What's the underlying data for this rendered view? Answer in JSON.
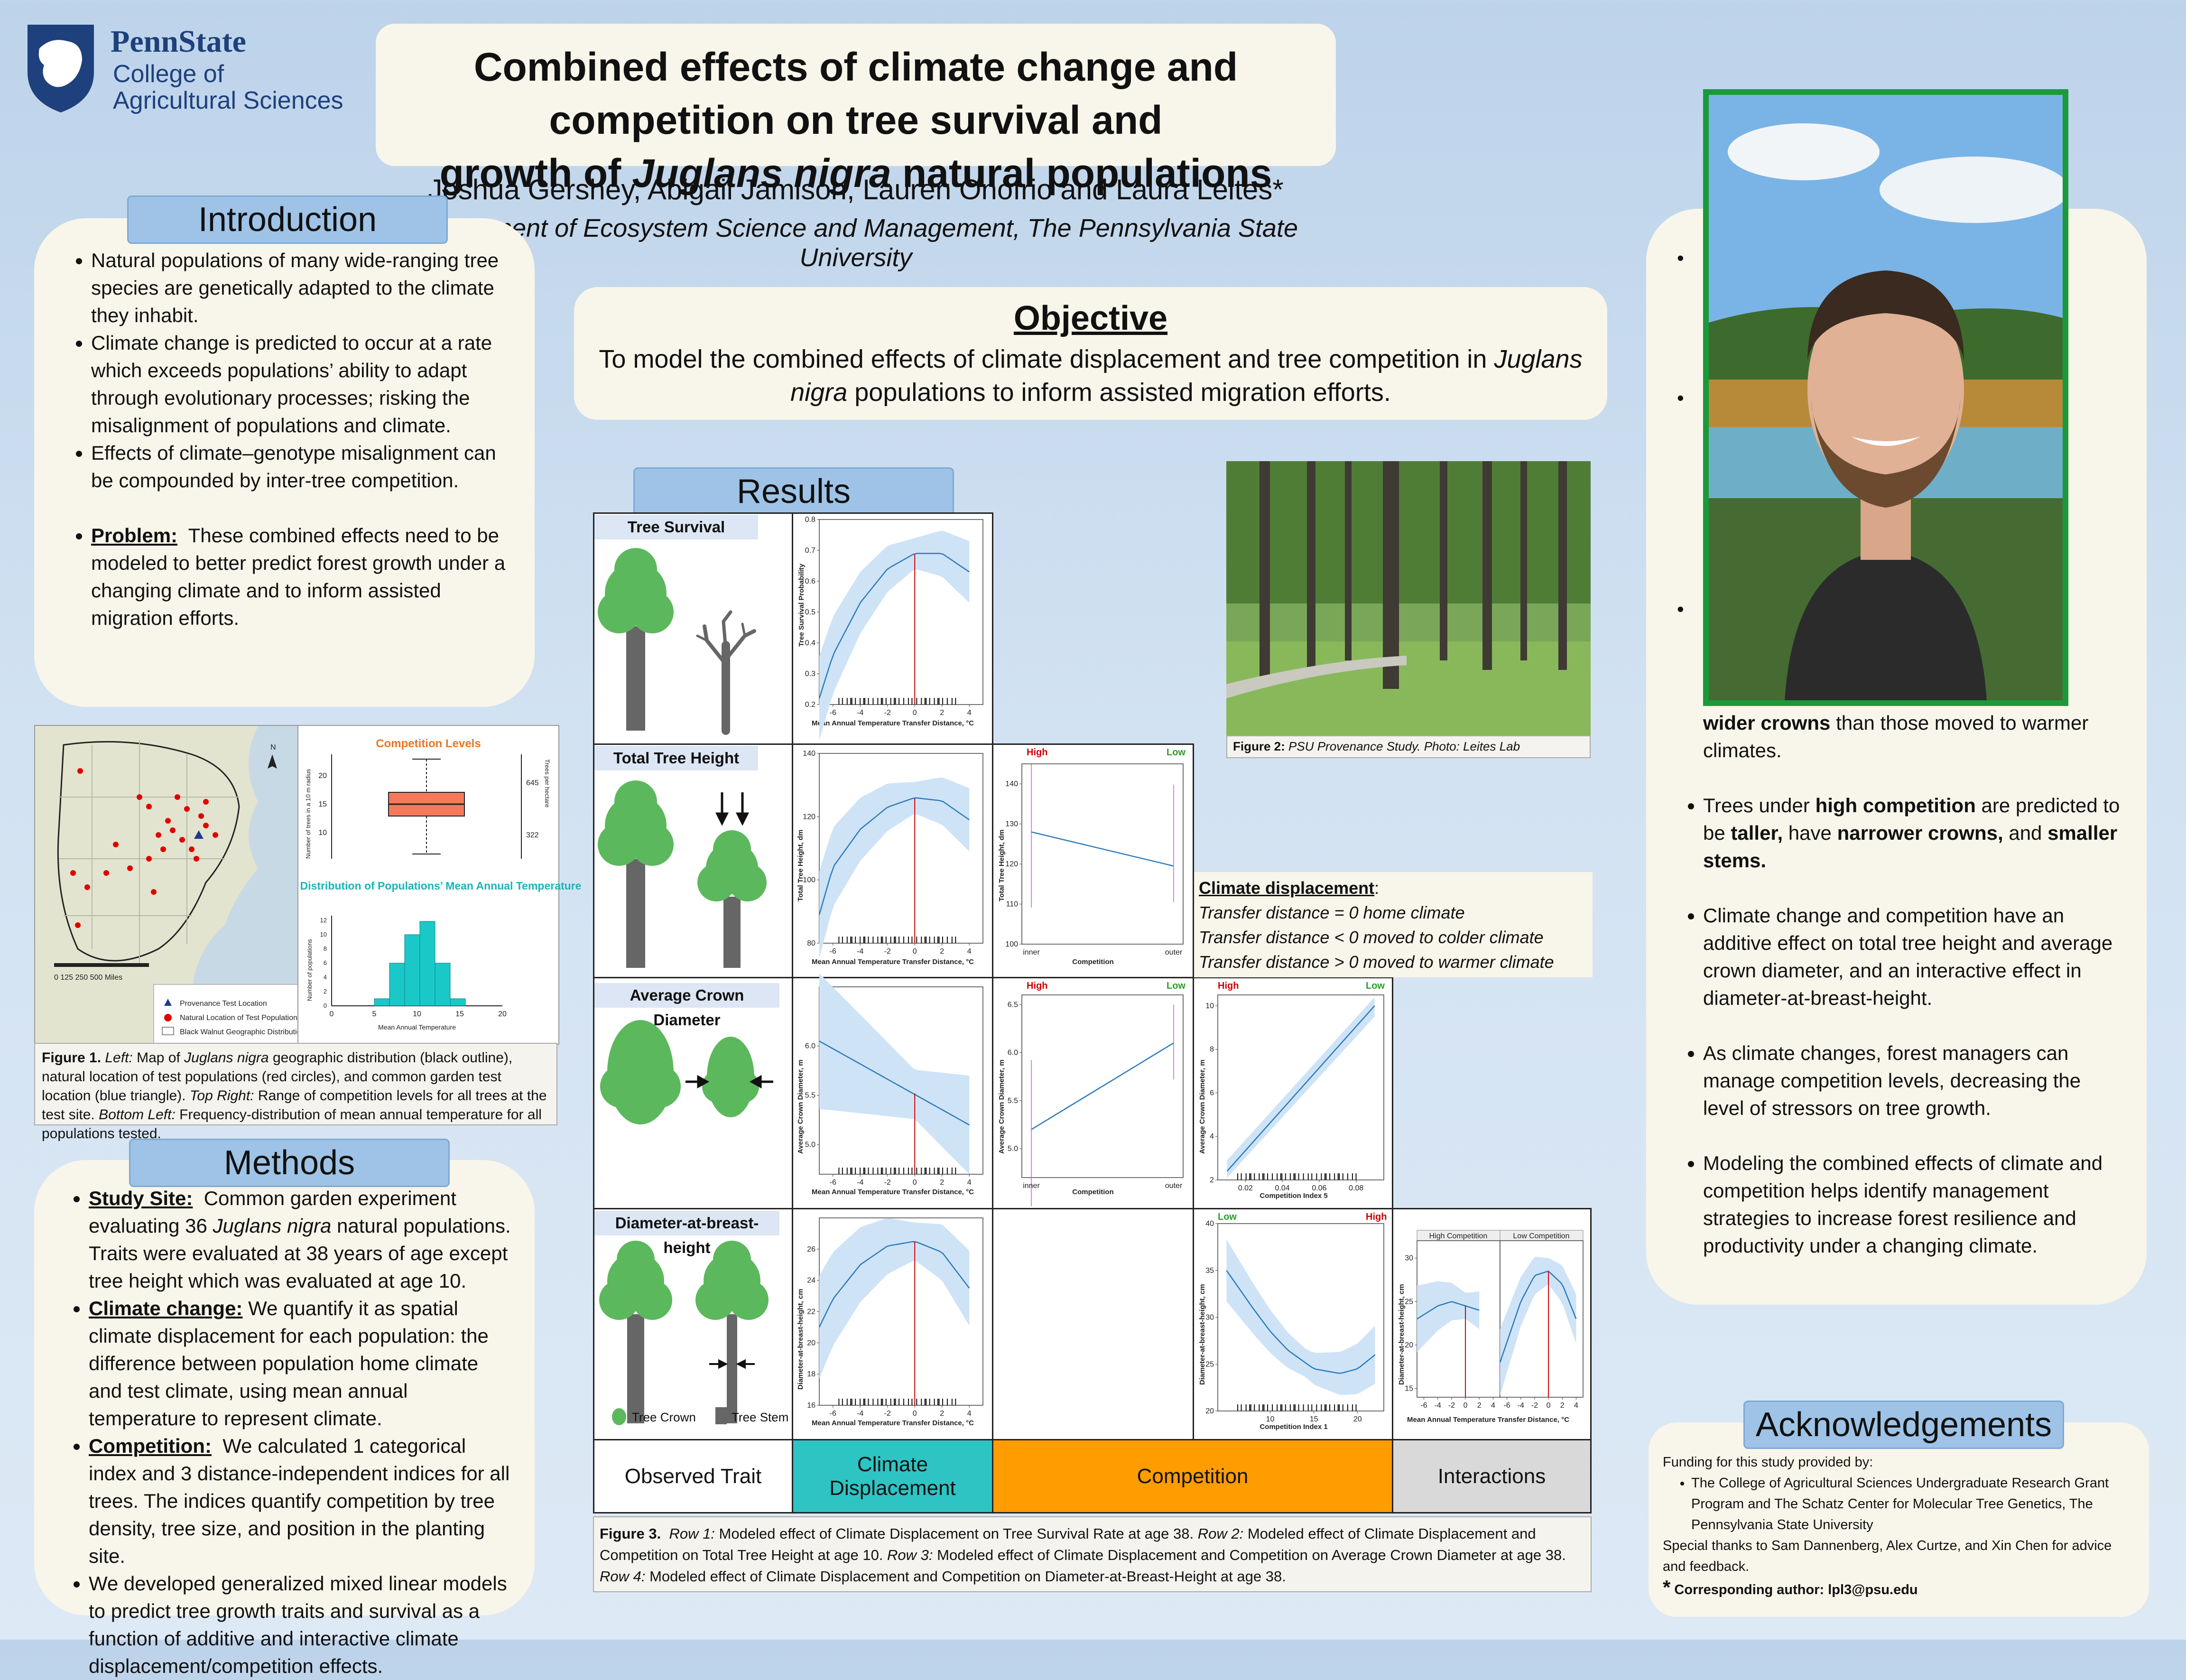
{
  "header": {
    "logo_brand": "PennState",
    "logo_college": "College of",
    "logo_college2": "Agricultural Sciences",
    "title_part1": "Combined effects of climate change and competition on tree survival and",
    "title_part2": "growth of ",
    "title_italic": "Juglans nigra",
    "title_part3": " natural populations",
    "authors": "Joshua Gershey, Abigail Jamison, Lauren Onofrio and Laura Leites*",
    "affiliation": "Department of Ecosystem Science and Management, The Pennsylvania State University"
  },
  "introduction": {
    "heading": "Introduction",
    "b1": "Natural populations of many wide-ranging tree species are genetically adapted to the climate they inhabit.",
    "b2": "Climate change is predicted to occur at a rate which exceeds populations’ ability to adapt through evolutionary processes; risking the misalignment of populations and climate.",
    "b3": "Effects of climate–genotype misalignment can be compounded by inter-tree competition.",
    "b4_label": "Problem:",
    "b4_text": "These combined effects need to be modeled to better predict forest growth under a changing climate and to inform assisted migration efforts."
  },
  "figure1": {
    "map_legend": [
      "Provenance Test Location",
      "Natural Location of Test Populations",
      "Black Walnut Geographic Distribution"
    ],
    "scale": "0   125  250        500 Miles",
    "north": "N",
    "box_title": "Competition Levels",
    "box_ylabel": "Number of trees in a 10 m radius",
    "box_y2label": "Trees per hectare",
    "box_yticks": [
      "20",
      "15",
      "10"
    ],
    "box_y2ticks": [
      "645",
      "322"
    ],
    "hist_title": "Distribution of Populations’ Mean Annual Temperature",
    "hist_ylabel": "Number of populations",
    "hist_xlabel": "Mean Annual Temperature",
    "hist_xticks": [
      "0",
      "5",
      "10",
      "15",
      "20"
    ],
    "hist_yticks": [
      "0",
      "2",
      "4",
      "6",
      "8",
      "10",
      "12"
    ],
    "caption_label": "Figure 1.",
    "caption_left": "Left:",
    "caption_1": "Map of",
    "caption_italic": "Juglans nigra",
    "caption_2": "geographic distribution (black outline), natural location of test populations (red circles), and common garden test location (blue triangle).",
    "caption_topright": "Top Right:",
    "caption_3": "Range of competition levels for all trees at the test site.",
    "caption_bottomleft": "Bottom Left:",
    "caption_4": "Frequency-distribution of mean annual temperature for all populations tested."
  },
  "methods": {
    "heading": "Methods",
    "b1_label": "Study Site:",
    "b1_text_a": "Common garden experiment evaluating 36 ",
    "b1_italic": "Juglans nigra",
    "b1_text_b": " natural populations. Traits were evaluated at 38 years of age except tree height which was evaluated at age 10.",
    "b2_label": "Climate change:",
    "b2_text": "We quantify it as spatial climate displacement for each population: the difference between population home climate and test climate, using mean annual temperature to represent climate.",
    "b3_label": "Competition:",
    "b3_text": "We calculated 1 categorical index and 3 distance-independent indices for all trees. The indices quantify competition by tree density, tree size, and position in the planting site.",
    "b4": "We developed generalized mixed linear models to predict tree growth traits and survival as a function of additive and interactive climate displacement/competition effects."
  },
  "objective": {
    "heading": "Objective",
    "text_a": "To model the combined effects of climate displacement and tree competition in ",
    "text_italic": "Juglans nigra",
    "text_b": " populations to inform assisted migration efforts."
  },
  "results": {
    "heading": "Results",
    "row_labels": [
      "Tree Survival",
      "Total Tree Height",
      "Average Crown Diameter",
      "Diameter-at-breast-height"
    ],
    "legend_crown": "Tree Crown",
    "legend_stem": "Tree Stem",
    "col_labels": [
      "Observed Trait",
      "Climate Displacement",
      "Competition",
      "Interactions"
    ],
    "x_climate": "Mean Annual Temperature Transfer Distance, °C",
    "x_competition": "Competition",
    "x_comp_index5": "Competition Index 5",
    "x_comp_index1": "Competition Index 1",
    "y_survival": "Tree Survival Probability",
    "y_height": "Total Tree Height, dm",
    "y_crown": "Average Crown Diameter, m",
    "y_dbh": "Diameter-at-breast-height, cm",
    "high": "High",
    "low": "Low",
    "inner": "inner",
    "outer": "outer",
    "high_comp": "High Competition",
    "low_comp": "Low Competition",
    "climate_xticks": [
      "-6",
      "-4",
      "-2",
      "0",
      "2",
      "4"
    ]
  },
  "chart_data": [
    {
      "type": "line",
      "title": "Tree Survival",
      "xlabel": "Mean Annual Temperature Transfer Distance, °C",
      "ylabel": "Tree Survival Probability",
      "x": [
        -7,
        -6,
        -4,
        -2,
        0,
        2,
        4
      ],
      "y": [
        0.22,
        0.36,
        0.53,
        0.64,
        0.69,
        0.69,
        0.63
      ],
      "ylim": [
        0.2,
        0.8
      ],
      "yticks": [
        "0.8",
        "0.7",
        "0.6",
        "0.5",
        "0.4",
        "0.3",
        "0.2"
      ]
    },
    {
      "type": "line",
      "title": "Total Tree Height",
      "xlabel": "Mean Annual Temperature Transfer Distance, °C",
      "ylabel": "Total Tree Height, dm",
      "x": [
        -7,
        -6,
        -4,
        -2,
        0,
        2,
        4
      ],
      "y": [
        89,
        104,
        116,
        123,
        126,
        125,
        119
      ],
      "ylim": [
        80,
        140
      ],
      "yticks": [
        "140",
        "120",
        "100",
        "80"
      ]
    },
    {
      "type": "line",
      "title": "Total Tree Height vs Competition",
      "xlabel": "Competition",
      "ylabel": "Total Tree Height, dm",
      "categories": [
        "inner",
        "outer"
      ],
      "values": [
        128,
        119.5
      ],
      "ylim": [
        100,
        145
      ],
      "yticks": [
        "140",
        "130",
        "120",
        "110",
        "100"
      ]
    },
    {
      "type": "line",
      "title": "Average Crown Diameter",
      "xlabel": "Mean Annual Temperature Transfer Distance, °C",
      "ylabel": "Average Crown Diameter, m",
      "x": [
        -7,
        4
      ],
      "y": [
        6.05,
        5.2
      ],
      "ylim": [
        4.7,
        6.6
      ],
      "yticks": [
        "6.0",
        "5.5",
        "5.0"
      ]
    },
    {
      "type": "line",
      "title": "Average Crown Diameter vs Competition",
      "xlabel": "Competition",
      "ylabel": "Average Crown Diameter, m",
      "categories": [
        "inner",
        "outer"
      ],
      "values": [
        5.2,
        6.1
      ],
      "ylim": [
        4.7,
        6.6
      ],
      "yticks": [
        "6.5",
        "6.0",
        "5.5",
        "5.0"
      ]
    },
    {
      "type": "line",
      "title": "Average Crown Diameter vs Competition Index 5",
      "xlabel": "Competition Index 5",
      "ylabel": "Average Crown Diameter, m",
      "x": [
        0.01,
        0.09
      ],
      "y": [
        2.4,
        10
      ],
      "ylim": [
        2,
        10.5
      ],
      "xticks": [
        "0.02",
        "0.04",
        "0.06",
        "0.08"
      ],
      "yticks": [
        "10",
        "8",
        "6",
        "4",
        "2"
      ]
    },
    {
      "type": "line",
      "title": "Diameter-at-breast-height",
      "xlabel": "Mean Annual Temperature Transfer Distance, °C",
      "ylabel": "Diameter-at-breast-height, cm",
      "x": [
        -7,
        -6,
        -4,
        -2,
        0,
        2,
        4
      ],
      "y": [
        21,
        22.8,
        25,
        26.2,
        26.5,
        25.8,
        23.5
      ],
      "ylim": [
        16,
        28
      ],
      "yticks": [
        "26",
        "24",
        "22",
        "20",
        "18",
        "16"
      ]
    },
    {
      "type": "line",
      "title": "DBH vs Competition Index 1",
      "xlabel": "Competition Index 1",
      "ylabel": "Diameter-at-breast-height, cm",
      "x": [
        5,
        8,
        10,
        12,
        15,
        18,
        20,
        22
      ],
      "y": [
        35,
        31,
        28.5,
        26.5,
        24.5,
        24,
        24.5,
        26
      ],
      "ylim": [
        20,
        40
      ],
      "xticks": [
        "10",
        "15",
        "20"
      ],
      "yticks": [
        "40",
        "35",
        "30",
        "25",
        "20"
      ]
    },
    {
      "type": "line",
      "title": "DBH Interaction",
      "series": [
        {
          "name": "High Competition",
          "x": [
            -7,
            -4,
            -2,
            0,
            2
          ],
          "y": [
            23,
            24.5,
            25,
            24.5,
            24
          ]
        },
        {
          "name": "Low Competition",
          "x": [
            -7,
            -4,
            -2,
            0,
            2,
            4
          ],
          "y": [
            18,
            25,
            28,
            28.5,
            27,
            23
          ]
        }
      ],
      "xlabel": "Mean Annual Temperature Transfer Distance, °C",
      "ylabel": "Diameter-at-breast-height, cm",
      "yticks": [
        "30",
        "25",
        "20",
        "15"
      ]
    }
  ],
  "climate_box": {
    "title": "Climate displacement",
    "l1": "Transfer distance = 0 home climate",
    "l2": "Transfer distance < 0 moved to colder climate",
    "l3": "Transfer distance > 0 moved to warmer climate"
  },
  "figure2": {
    "label": "Figure 2:",
    "text": "PSU Provenance Study. Photo: Leites Lab"
  },
  "figure3": {
    "label": "Figure 3.",
    "r1": "Row 1:",
    "t1": "Modeled effect of Climate Displacement on Tree Survival Rate at age 38.",
    "r2": "Row 2:",
    "t2": "Modeled effect of Climate Displacement and Competition on Total Tree Height at age 10.",
    "r3": "Row 3:",
    "t3": "Modeled effect of Climate Displacement and Competition on Average Crown Diameter at age 38.",
    "r4": "Row 4:",
    "t4": "Modeled effect of Climate Displacement and Competition on Diameter-at-Breast-Height at age 38."
  },
  "conclusions": {
    "b1_bold": "wider crowns",
    "b1_rest": " than those moved to warmer climates.",
    "b2_a": "Trees under ",
    "b2_b1": "high competition",
    "b2_c": " are predicted to be ",
    "b2_b2": "taller,",
    "b2_d": " have ",
    "b2_b3": "narrower crowns,",
    "b2_e": " and ",
    "b2_b4": "smaller stems.",
    "b3": "Climate change and competition have an additive effect on total tree height and average crown diameter, and an interactive effect in diameter-at-breast-height.",
    "b4": "As climate changes, forest managers can manage competition levels, decreasing the level of stressors on tree growth.",
    "b5": "Modeling the combined effects of climate and competition helps identify management strategies to increase forest resilience and productivity under a changing climate."
  },
  "acknowledgements": {
    "heading": "Acknowledgements",
    "intro": "Funding for this study provided by:",
    "bullet": "The College of Agricultural Sciences Undergraduate Research Grant Program and The Schatz Center for Molecular Tree Genetics, The Pennsylvania State University",
    "thanks": "Special thanks to Sam Dannenberg, Alex Curtze, and Xin Chen for advice and feedback.",
    "star": "*",
    "corresponding": "Corresponding author: lpl3@psu.edu"
  },
  "colors": {
    "cyan": "#2ec4c4",
    "orange": "#ff9c00",
    "gray": "#d9d9d9",
    "tree_green": "#5cb85c",
    "stem": "#666666",
    "line_blue": "#2b7bbb",
    "band_blue": "#cfe3f7",
    "red": "#cc0000"
  }
}
